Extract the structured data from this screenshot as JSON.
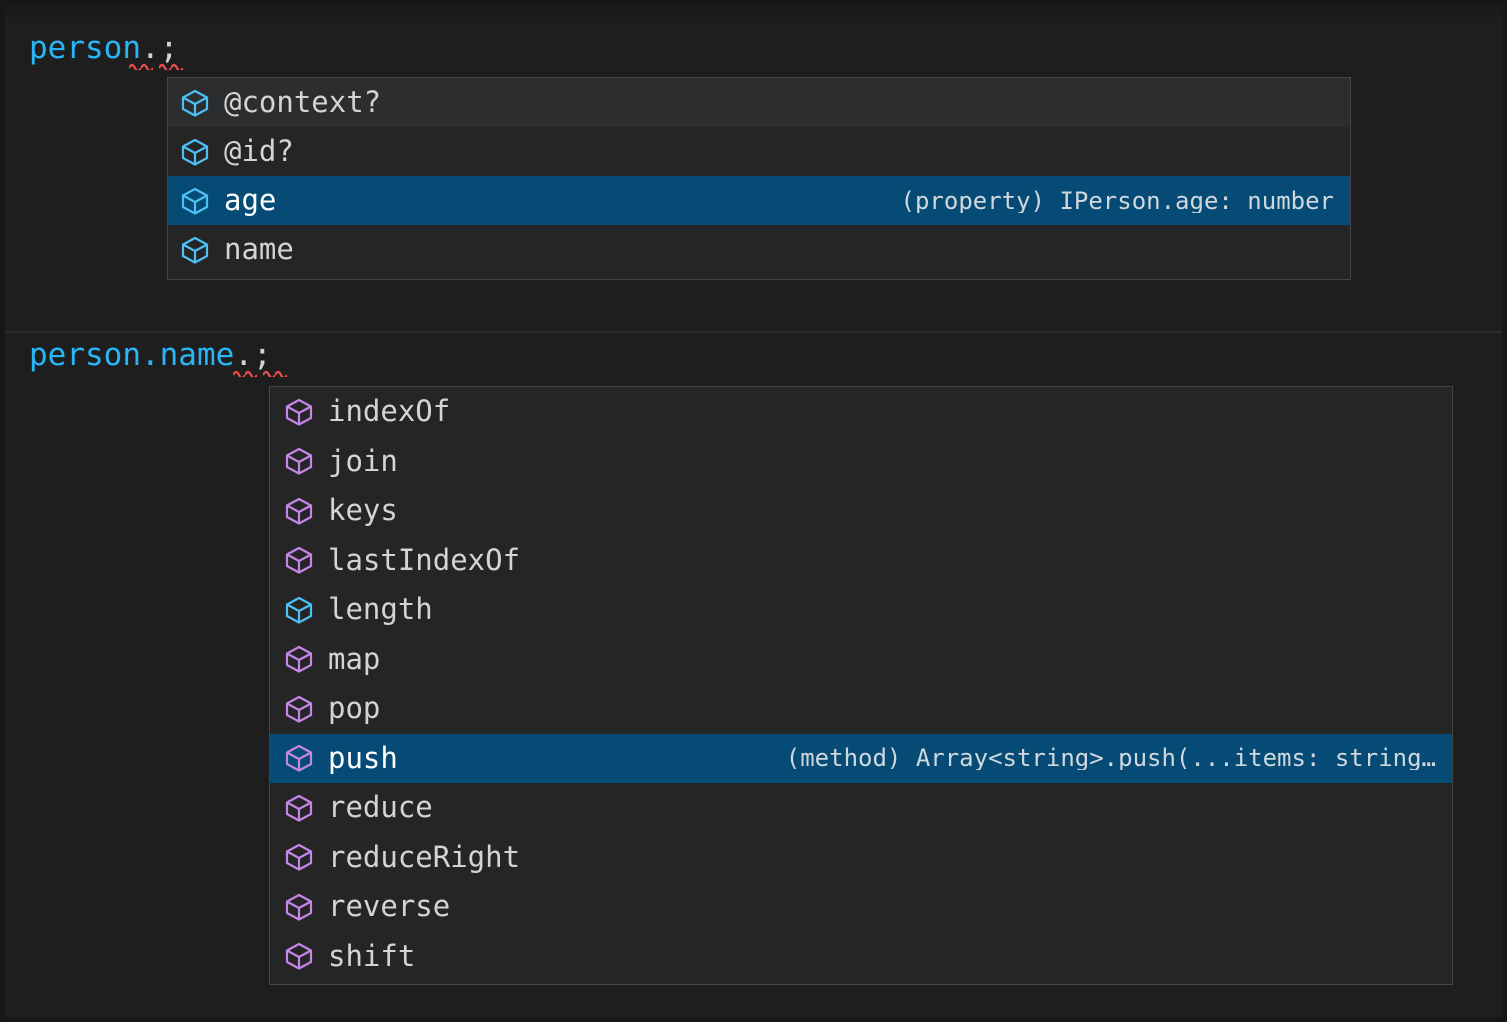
{
  "editor": {
    "theme_background": "#1e1e1e",
    "accent_selected": "#064a76",
    "identifier_color": "#29b6f6",
    "punctuation_color": "#d4d4d4",
    "error_squiggle_color": "#f14c4c",
    "property_icon_color": "#4ec0f5",
    "method_icon_color": "#c586e8"
  },
  "snippets": [
    {
      "id": "snippet-person",
      "code_identifier": "person",
      "code_punctuation": ".;",
      "suggest": {
        "selected_index": 2,
        "hover_index": 0,
        "items": [
          {
            "label": "@context?",
            "icon": "property-cube-icon",
            "kind": "property",
            "detail": ""
          },
          {
            "label": "@id?",
            "icon": "property-cube-icon",
            "kind": "property",
            "detail": ""
          },
          {
            "label": "age",
            "icon": "property-cube-icon",
            "kind": "property",
            "detail": "(property) IPerson.age: number"
          },
          {
            "label": "name",
            "icon": "property-cube-icon",
            "kind": "property",
            "detail": ""
          }
        ]
      }
    },
    {
      "id": "snippet-person-name",
      "code_identifier": "person.name",
      "code_punctuation": ".;",
      "suggest": {
        "selected_index": 7,
        "hover_index": -1,
        "items": [
          {
            "label": "indexOf",
            "icon": "method-cube-icon",
            "kind": "method",
            "detail": ""
          },
          {
            "label": "join",
            "icon": "method-cube-icon",
            "kind": "method",
            "detail": ""
          },
          {
            "label": "keys",
            "icon": "method-cube-icon",
            "kind": "method",
            "detail": ""
          },
          {
            "label": "lastIndexOf",
            "icon": "method-cube-icon",
            "kind": "method",
            "detail": ""
          },
          {
            "label": "length",
            "icon": "property-cube-icon",
            "kind": "property",
            "detail": ""
          },
          {
            "label": "map",
            "icon": "method-cube-icon",
            "kind": "method",
            "detail": ""
          },
          {
            "label": "pop",
            "icon": "method-cube-icon",
            "kind": "method",
            "detail": ""
          },
          {
            "label": "push",
            "icon": "method-cube-icon",
            "kind": "method",
            "detail": "(method) Array<string>.push(...items: string…"
          },
          {
            "label": "reduce",
            "icon": "method-cube-icon",
            "kind": "method",
            "detail": ""
          },
          {
            "label": "reduceRight",
            "icon": "method-cube-icon",
            "kind": "method",
            "detail": ""
          },
          {
            "label": "reverse",
            "icon": "method-cube-icon",
            "kind": "method",
            "detail": ""
          },
          {
            "label": "shift",
            "icon": "method-cube-icon",
            "kind": "method",
            "detail": ""
          }
        ]
      }
    }
  ]
}
